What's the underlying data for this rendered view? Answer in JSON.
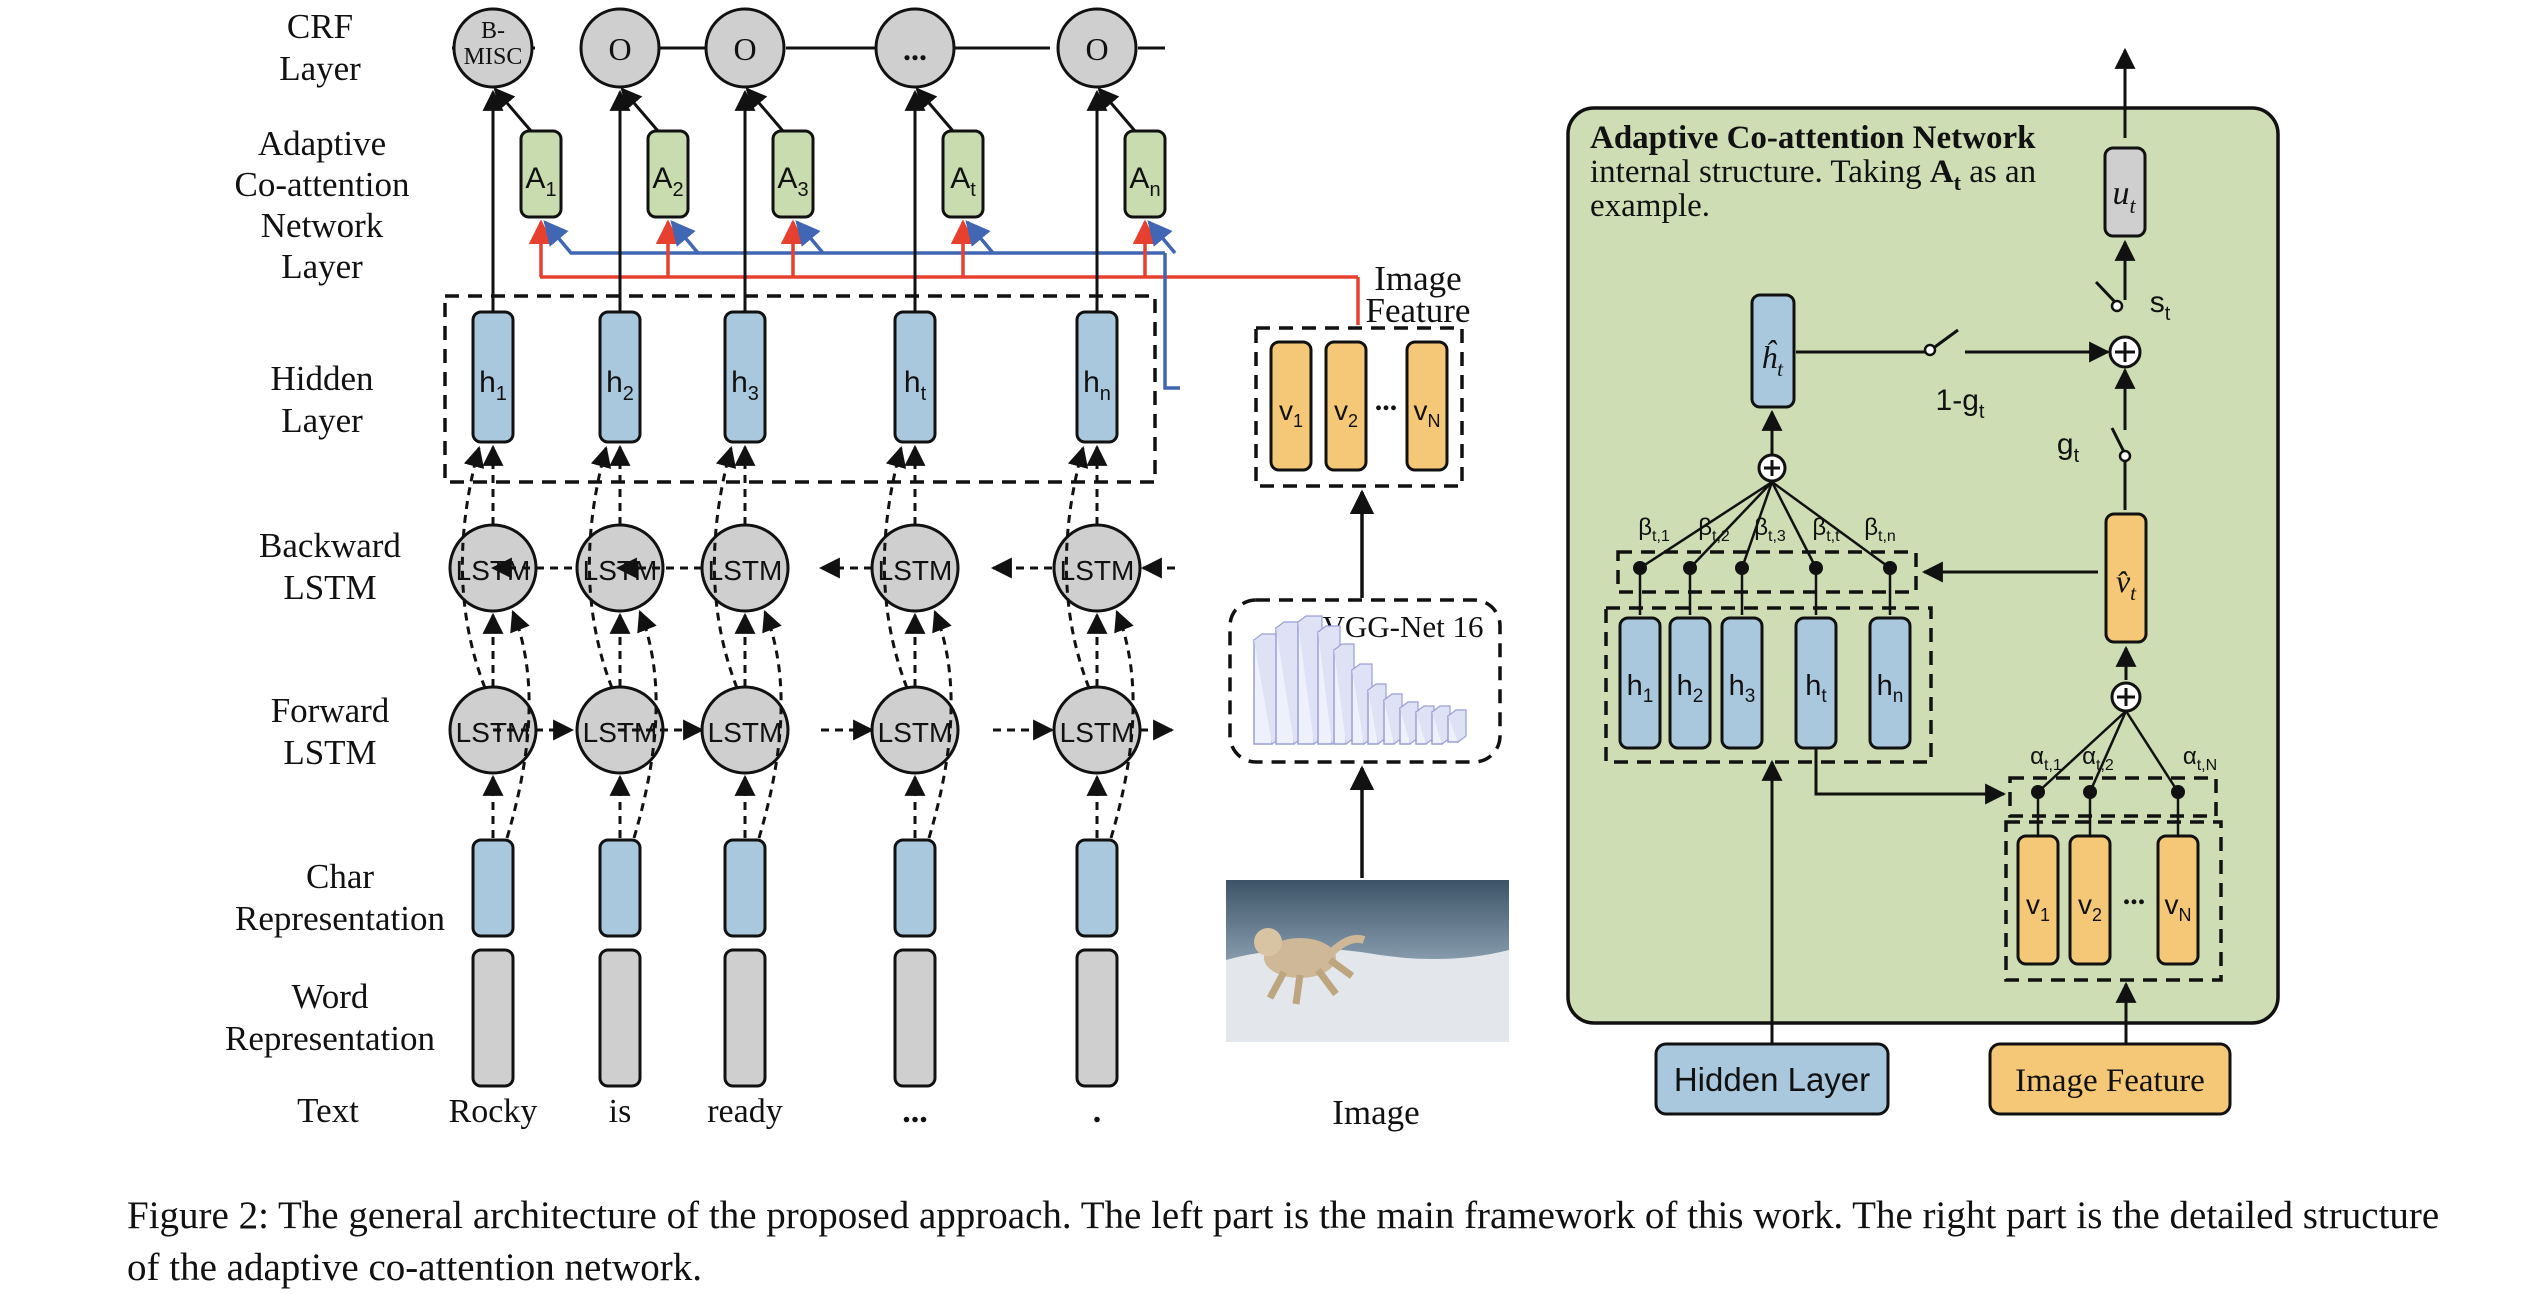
{
  "left": {
    "row_labels": {
      "crf": [
        "CRF",
        "Layer"
      ],
      "acn": [
        "Adaptive",
        "Co-attention",
        "Network",
        "Layer"
      ],
      "hidden": [
        "Hidden",
        "Layer"
      ],
      "backward": [
        "Backward",
        "LSTM"
      ],
      "forward": [
        "Forward",
        "LSTM"
      ],
      "char": [
        "Char",
        "Representation"
      ],
      "word": [
        "Word",
        "Representation"
      ],
      "text": "Text"
    },
    "columns": [
      {
        "tag": [
          "B-",
          "MISC"
        ],
        "attn": "A",
        "attn_sub": "1",
        "hidden": "h",
        "hidden_sub": "1",
        "word": "Rocky"
      },
      {
        "tag": [
          "O"
        ],
        "attn": "A",
        "attn_sub": "2",
        "hidden": "h",
        "hidden_sub": "2",
        "word": "is"
      },
      {
        "tag": [
          "O"
        ],
        "attn": "A",
        "attn_sub": "3",
        "hidden": "h",
        "hidden_sub": "3",
        "word": "ready"
      },
      {
        "tag": [
          "..."
        ],
        "attn": "A",
        "attn_sub": "t",
        "hidden": "h",
        "hidden_sub": "t",
        "word": "..."
      },
      {
        "tag": [
          "O"
        ],
        "attn": "A",
        "attn_sub": "n",
        "hidden": "h",
        "hidden_sub": "n",
        "word": "."
      }
    ],
    "lstm_label": "LSTM",
    "image_feature_label": [
      "Image",
      "Feature"
    ],
    "visual_features": [
      {
        "sym": "v",
        "sub": "1"
      },
      {
        "sym": "v",
        "sub": "2"
      },
      {
        "sym": "v",
        "sub": "N"
      }
    ],
    "ellipsis": "...",
    "vgg_label": "VGG-Net 16",
    "image_label": "Image"
  },
  "right": {
    "title_bold": "Adaptive Co-attention Network",
    "desc_line1": "internal structure. Taking ",
    "desc_bold": "A",
    "desc_bold_sub": "t",
    "desc_line1_end": " as an",
    "desc_line2": "example.",
    "u_label": "u",
    "u_sub": "t",
    "s_label": "s",
    "s_sub": "t",
    "h_hat_label": "ĥ",
    "h_hat_sub": "t",
    "gate_one_minus": "1-g",
    "gate_one_minus_sub": "t",
    "gate": "g",
    "gate_sub": "t",
    "v_hat_label": "v̂",
    "v_hat_sub": "t",
    "beta_labels": [
      {
        "sym": "β",
        "sub": "t,1"
      },
      {
        "sym": "β",
        "sub": "t,2"
      },
      {
        "sym": "β",
        "sub": "t,3"
      },
      {
        "sym": "β",
        "sub": "t,t"
      },
      {
        "sym": "β",
        "sub": "t,n"
      }
    ],
    "hidden_boxes": [
      {
        "sym": "h",
        "sub": "1"
      },
      {
        "sym": "h",
        "sub": "2"
      },
      {
        "sym": "h",
        "sub": "3"
      },
      {
        "sym": "h",
        "sub": "t"
      },
      {
        "sym": "h",
        "sub": "n"
      }
    ],
    "alpha_labels": [
      {
        "sym": "α",
        "sub": "t,1"
      },
      {
        "sym": "α",
        "sub": "t,2"
      },
      {
        "sym": "α",
        "sub": "t,N"
      }
    ],
    "v_boxes": [
      {
        "sym": "v",
        "sub": "1"
      },
      {
        "sym": "v",
        "sub": "2"
      },
      {
        "sym": "v",
        "sub": "N"
      }
    ],
    "ellipsis": "...",
    "hidden_layer_button": "Hidden Layer",
    "image_feature_button": "Image Feature"
  },
  "caption": "Figure 2: The general architecture of the proposed approach. The left part is the main framework of this work. The right part is the detailed structure of the adaptive co-attention network.",
  "colors": {
    "blue_box": "#a9c7dd",
    "gray_box": "#cfcfcf",
    "green_box": "#c9dcaf",
    "orange_box": "#f4c877",
    "panel_bg": "#cfddb5",
    "red_line": "#e8402f",
    "blue_line": "#4167b4"
  }
}
